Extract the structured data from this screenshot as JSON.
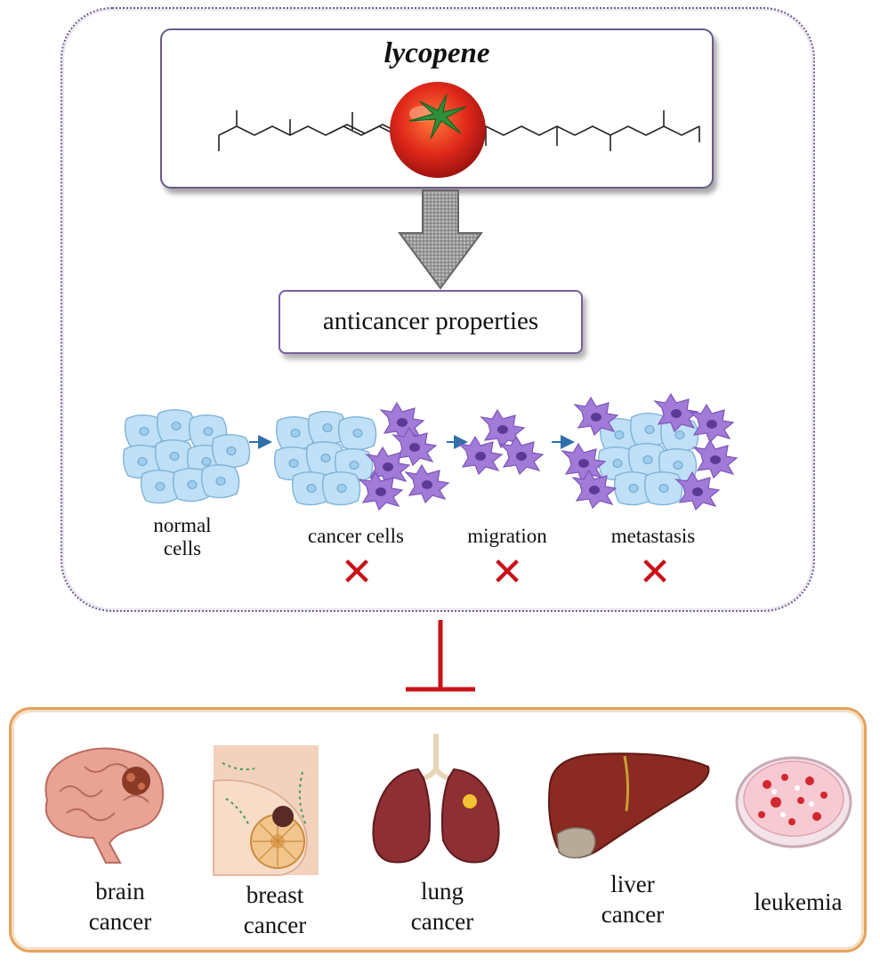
{
  "compound": {
    "name": "lycopene"
  },
  "properties_label": "anticancer properties",
  "stages": [
    {
      "label_line1": "normal",
      "label_line2": "cells"
    },
    {
      "label_line1": "cancer cells"
    },
    {
      "label_line1": "migration"
    },
    {
      "label_line1": "metastasis"
    }
  ],
  "inhibition_symbol": "✕",
  "cancers": [
    {
      "line1": "brain",
      "line2": "cancer",
      "icon": "brain-icon"
    },
    {
      "line1": "breast",
      "line2": "cancer",
      "icon": "breast-icon"
    },
    {
      "line1": "lung",
      "line2": "cancer",
      "icon": "lungs-icon"
    },
    {
      "line1": "liver",
      "line2": "cancer",
      "icon": "liver-icon"
    },
    {
      "line1": "leukemia",
      "icon": "petri-dish-icon"
    }
  ],
  "colors": {
    "inhibit": "#c8121a",
    "top_border": "#6e5a8e",
    "bottom_border": "#e4a35c",
    "normal_cell": "#bfe0f6",
    "cancer_cell": "#a27ad8"
  }
}
